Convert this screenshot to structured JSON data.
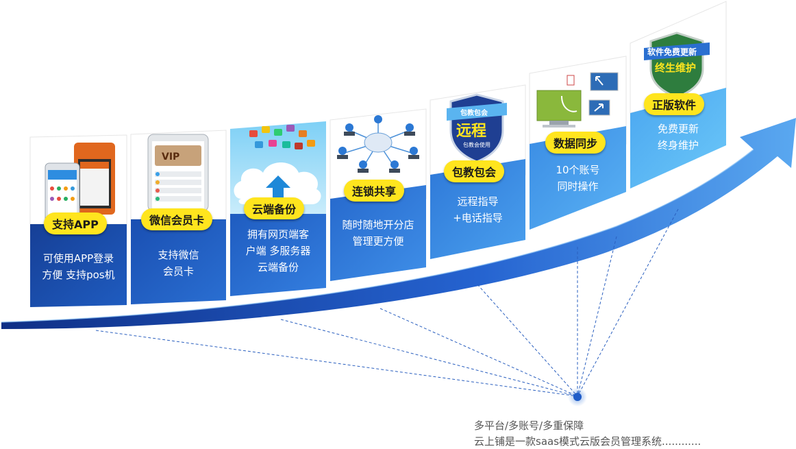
{
  "features": [
    {
      "title": "支持APP",
      "desc_line1": "可使用APP登录",
      "desc_line2": "方便  支持pos机",
      "icon": "pos-phone-image"
    },
    {
      "title": "微信会员卡",
      "desc_line1": "支持微信",
      "desc_line2": "会员卡",
      "icon": "wechat-vip-phone-image"
    },
    {
      "title": "云端备份",
      "desc_line1": "拥有网页端客",
      "desc_line2": "户端  多服务器",
      "desc_line3": "云端备份",
      "icon": "cloud-upload-icon"
    },
    {
      "title": "连锁共享",
      "desc_line1": "随时随地开分店",
      "desc_line2": "管理更方便",
      "icon": "network-people-icon"
    },
    {
      "title": "包教包会",
      "desc_line1": "远程指导",
      "desc_line2": "+电话指导",
      "icon": "shield-remote-icon",
      "shield_top": "包教包会",
      "shield_main": "远程",
      "shield_sub": "包教会使用"
    },
    {
      "title": "数据同步",
      "desc_line1": "10个账号",
      "desc_line2": "同时操作",
      "icon": "monitor-sync-icon"
    },
    {
      "title": "正版软件",
      "desc_line1": "免费更新",
      "desc_line2": "终身维护",
      "icon": "shield-update-icon",
      "shield_top": "软件免费更新",
      "shield_main": "终生维护"
    }
  ],
  "footer": {
    "line1": "多平台/多账号/多重保障",
    "line2": "云上铺是一款saas模式云版会员管理系统............"
  },
  "colors": {
    "dark_blue": "#1a4ca8",
    "light_blue": "#56b9f2",
    "badge": "#ffe51e",
    "arrow": "#2b6fd6"
  }
}
